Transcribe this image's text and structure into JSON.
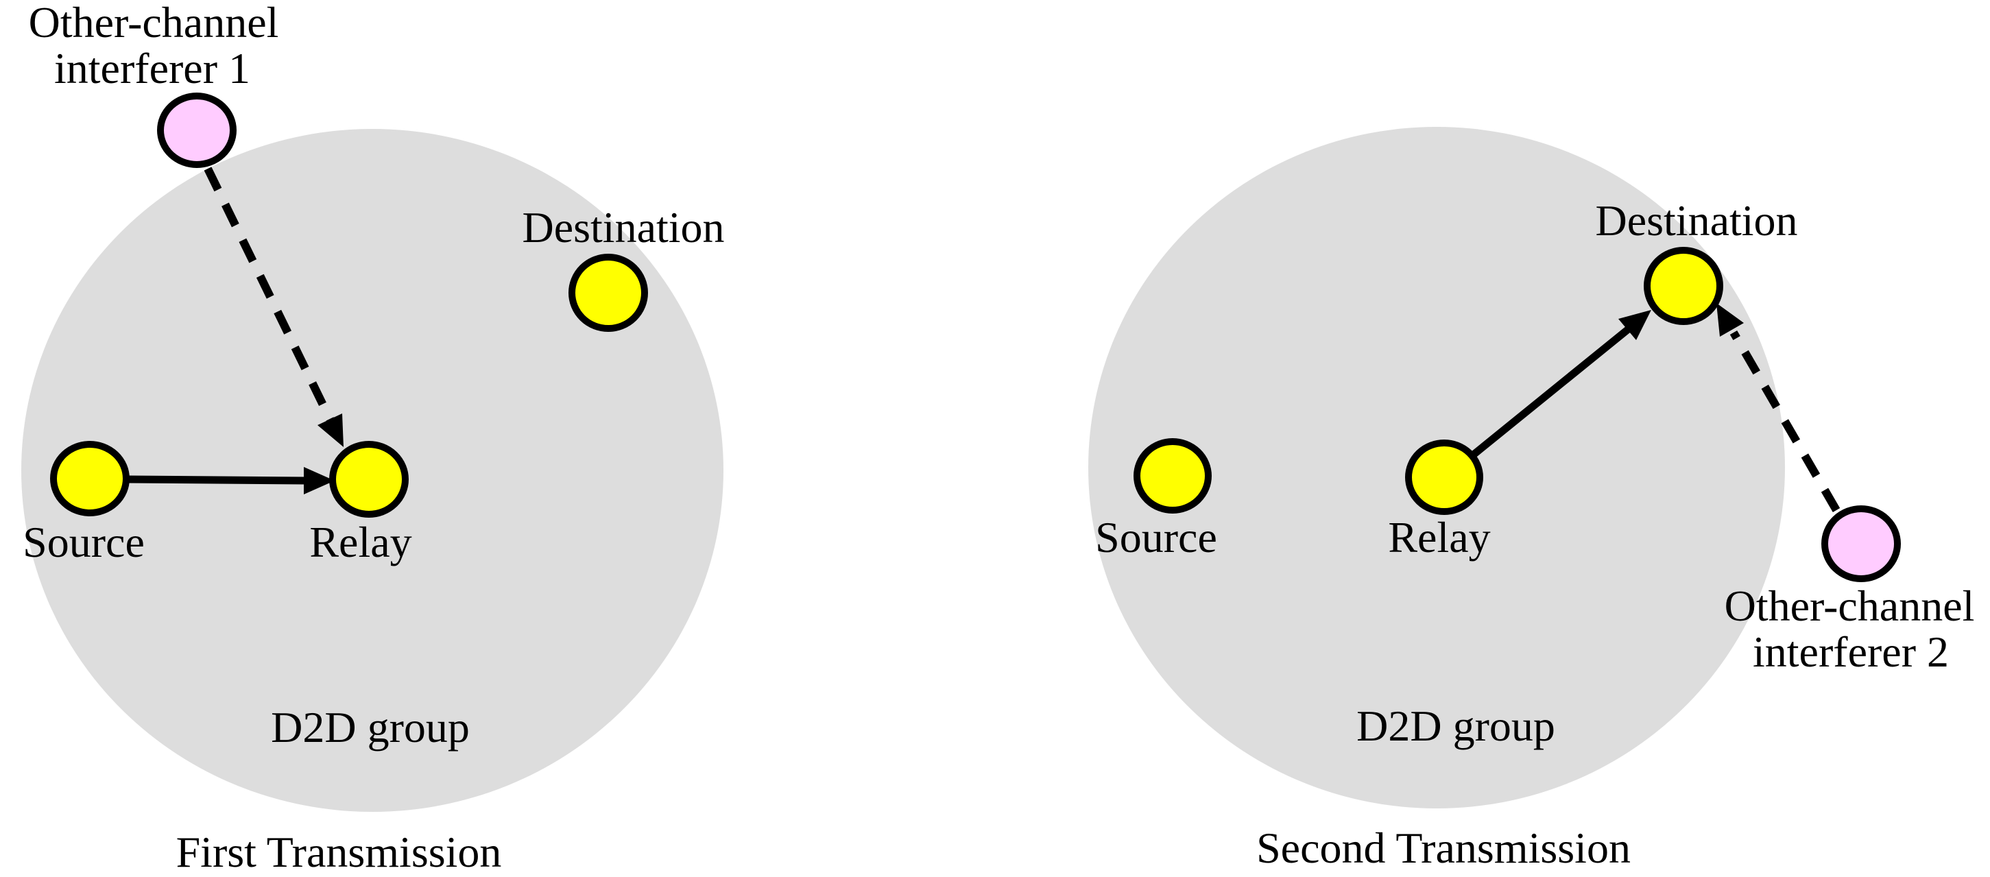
{
  "colors": {
    "background": "#FFFFFF",
    "group_fill": "#DDDDDD",
    "node_fill": "#FFFF00",
    "interferer_fill": "#FFCCFF",
    "stroke": "#000000",
    "text": "#000000"
  },
  "left_diagram": {
    "caption": "First Transmission",
    "group_label": "D2D group",
    "nodes": {
      "source": "Source",
      "relay": "Relay",
      "destination": "Destination"
    },
    "interferer": {
      "line1": "Other-channel",
      "line2": "interferer 1"
    }
  },
  "right_diagram": {
    "caption": "Second Transmission",
    "group_label": "D2D group",
    "nodes": {
      "source": "Source",
      "relay": "Relay",
      "destination": "Destination"
    },
    "interferer": {
      "line1": "Other-channel",
      "line2": "interferer 2"
    }
  }
}
